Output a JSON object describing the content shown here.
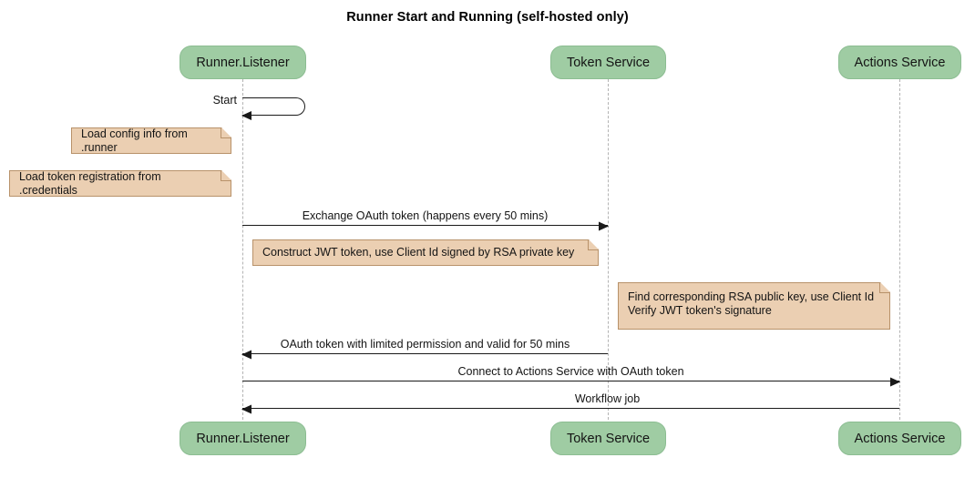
{
  "diagram": {
    "type": "sequence-diagram",
    "title": "Runner Start and Running (self-hosted only)",
    "colors": {
      "participant_fill": "#9fcca3",
      "participant_border": "#8cbd92",
      "note_fill": "#ebcfb2",
      "note_border": "#b8926a",
      "note_fold": "#d9b894",
      "lifeline": "#b3b3b3",
      "arrow": "#1a1a1a",
      "background": "#ffffff",
      "text": "#141414"
    }
  },
  "participants": [
    {
      "id": "runner",
      "label": "Runner.Listener"
    },
    {
      "id": "token",
      "label": "Token Service"
    },
    {
      "id": "actions",
      "label": "Actions Service"
    }
  ],
  "self_messages": [
    {
      "id": "start",
      "label": "Start",
      "from": "runner",
      "to": "runner"
    }
  ],
  "notes": [
    {
      "id": "note-config",
      "text": "Load config info from .runner",
      "attached_to": "runner"
    },
    {
      "id": "note-credentials",
      "text": "Load token registration from .credentials",
      "attached_to": "runner"
    },
    {
      "id": "note-jwt",
      "text": "Construct JWT token, use Client Id signed by RSA private key",
      "attached_to": "runner"
    },
    {
      "id": "note-verify",
      "text": "Find corresponding RSA public key, use Client Id\nVerify JWT token's signature",
      "attached_to": "token"
    }
  ],
  "messages": [
    {
      "id": "msg-exchange",
      "label": "Exchange OAuth token (happens every 50 mins)",
      "from": "runner",
      "to": "token",
      "direction": "right"
    },
    {
      "id": "msg-oauth-token",
      "label": "OAuth token with limited permission and valid for 50 mins",
      "from": "token",
      "to": "runner",
      "direction": "left"
    },
    {
      "id": "msg-connect",
      "label": "Connect to Actions Service with OAuth token",
      "from": "runner",
      "to": "actions",
      "direction": "right"
    },
    {
      "id": "msg-workflow-job",
      "label": "Workflow job",
      "from": "actions",
      "to": "runner",
      "direction": "left"
    }
  ]
}
